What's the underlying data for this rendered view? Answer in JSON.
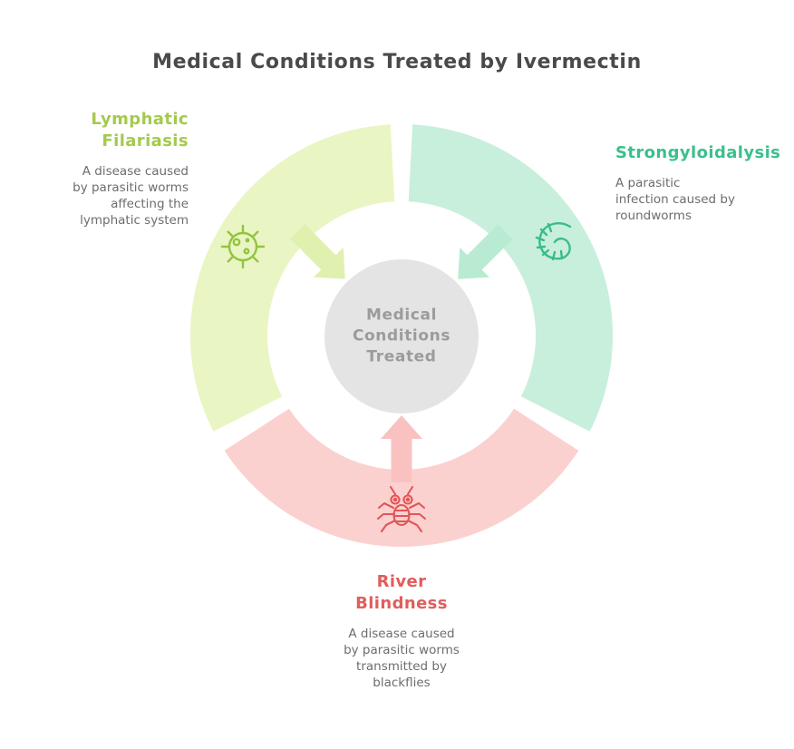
{
  "title": "Medical Conditions Treated by Ivermectin",
  "center": {
    "label_lines": [
      "Medical",
      "Conditions",
      "Treated"
    ],
    "circle_color": "#e4e4e4",
    "text_color": "#9b9b9b"
  },
  "lymphatic": {
    "name": "Lymphatic Filariasis",
    "label_lines": [
      "Lymphatic",
      "Filariasis"
    ],
    "desc_lines": [
      "A disease caused",
      "by parasitic worms",
      "affecting the",
      "lymphatic system"
    ],
    "color": "#e9f5c3",
    "arrow_color": "#e0f0ae",
    "accent": "#a4ca4c",
    "icon_color": "#93c43f",
    "icon": "microbe-icon"
  },
  "strongyloidalysis": {
    "name": "Strongyloidalysis",
    "label_lines": [
      "Strongyloidalysis"
    ],
    "desc_lines": [
      "A parasitic",
      "infection caused by",
      "roundworms"
    ],
    "color": "#c8efdc",
    "arrow_color": "#b9ebd3",
    "accent": "#3bc08b",
    "icon_color": "#3abc8a",
    "icon": "roundworm-icon"
  },
  "river_blindness": {
    "name": "River Blindness",
    "label_lines": [
      "River",
      "Blindness"
    ],
    "desc_lines": [
      "A disease caused",
      "by parasitic worms",
      "transmitted by",
      "blackflies"
    ],
    "color": "#fbd1d0",
    "arrow_color": "#f9c2c1",
    "accent": "#e05e5b",
    "icon_color": "#e15656",
    "icon": "blackfly-icon"
  },
  "text_muted": "#6d6d6d",
  "title_color": "#4a4a4a"
}
